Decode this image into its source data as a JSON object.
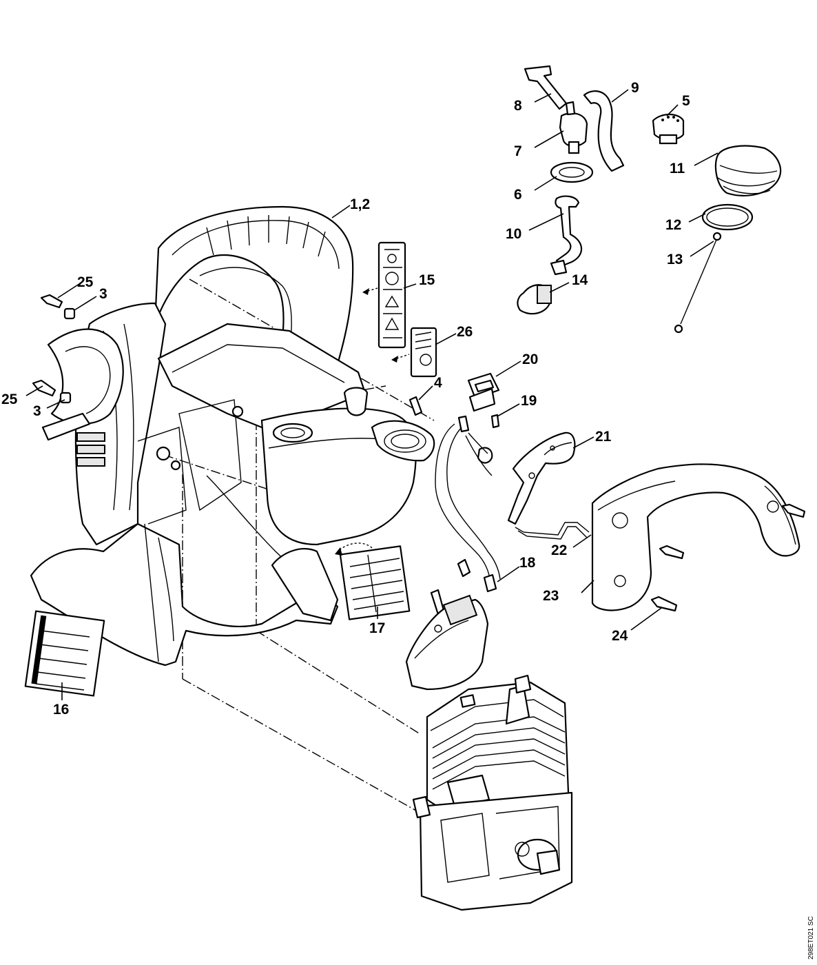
{
  "diagram": {
    "drawing_ref": "298ET021 SC",
    "callouts": [
      {
        "id": "c-1-2",
        "label": "1,2"
      },
      {
        "id": "c-3a",
        "label": "3"
      },
      {
        "id": "c-3b",
        "label": "3"
      },
      {
        "id": "c-4",
        "label": "4"
      },
      {
        "id": "c-5",
        "label": "5"
      },
      {
        "id": "c-6",
        "label": "6"
      },
      {
        "id": "c-7",
        "label": "7"
      },
      {
        "id": "c-8",
        "label": "8"
      },
      {
        "id": "c-9",
        "label": "9"
      },
      {
        "id": "c-10",
        "label": "10"
      },
      {
        "id": "c-11",
        "label": "11"
      },
      {
        "id": "c-12",
        "label": "12"
      },
      {
        "id": "c-13",
        "label": "13"
      },
      {
        "id": "c-14",
        "label": "14"
      },
      {
        "id": "c-15",
        "label": "15"
      },
      {
        "id": "c-16",
        "label": "16"
      },
      {
        "id": "c-17",
        "label": "17"
      },
      {
        "id": "c-18",
        "label": "18"
      },
      {
        "id": "c-19",
        "label": "19"
      },
      {
        "id": "c-20",
        "label": "20"
      },
      {
        "id": "c-21",
        "label": "21"
      },
      {
        "id": "c-22",
        "label": "22"
      },
      {
        "id": "c-23",
        "label": "23"
      },
      {
        "id": "c-24",
        "label": "24"
      },
      {
        "id": "c-25a",
        "label": "25"
      },
      {
        "id": "c-25b",
        "label": "25"
      },
      {
        "id": "c-26",
        "label": "26"
      }
    ]
  }
}
